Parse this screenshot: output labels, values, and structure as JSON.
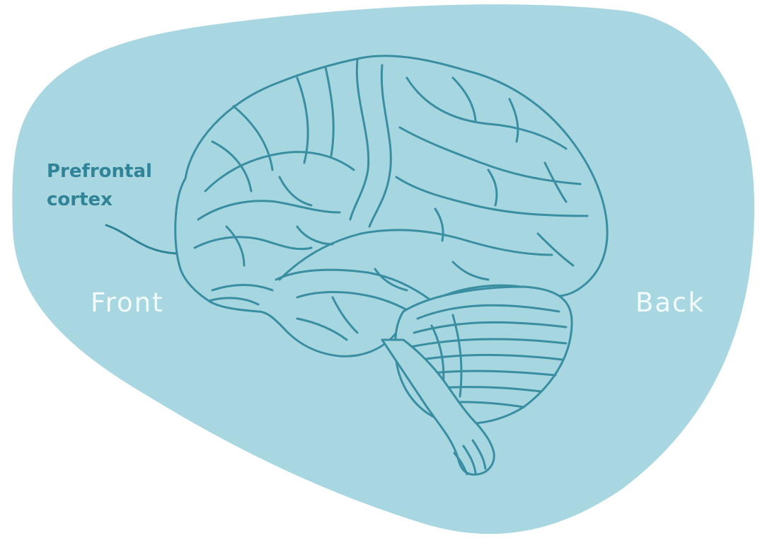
{
  "colors": {
    "background_blob": "#a8d7e1",
    "brain_fill": "#a6d6e0",
    "brain_line": "#3a8ea1",
    "label_accent": "#2f8497",
    "side_label": "#f2fbfd"
  },
  "labels": {
    "prefrontal_line1": "Prefrontal",
    "prefrontal_line2": "cortex",
    "front": "Front",
    "back": "Back"
  },
  "illustration": {
    "subject": "brain-lateral-view-icon",
    "parts": [
      "cerebrum",
      "cerebellum",
      "brainstem"
    ]
  }
}
